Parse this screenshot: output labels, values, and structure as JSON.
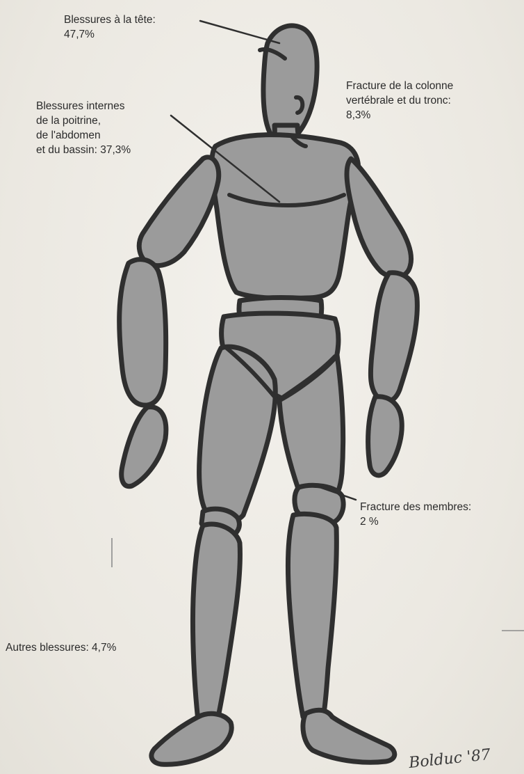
{
  "labels": {
    "head": "Blessures à la tête:\n47,7%",
    "spine": "Fracture de la colonne\nvertébrale et du tronc:\n8,3%",
    "internal": "Blessures internes\nde la poitrine,\nde l'abdomen\net du bassin: 37,3%",
    "limbs": "Fracture des membres:\n2 %",
    "other": "Autres blessures: 4,7%"
  },
  "signature": "Bolduc '87",
  "colors": {
    "body_fill": "#9b9b9b",
    "outline": "#2f2f2f",
    "paper": "#eeebe4"
  }
}
